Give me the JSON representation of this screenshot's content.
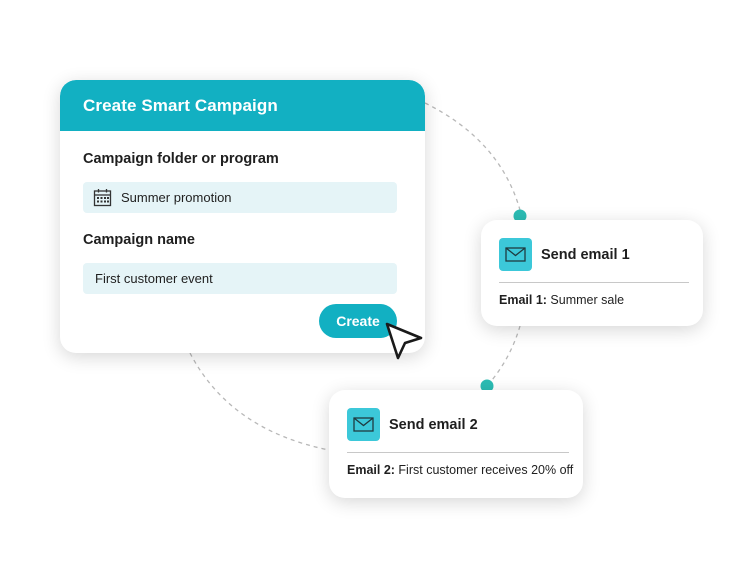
{
  "campaign_form": {
    "title": "Create Smart Campaign",
    "folder_label": "Campaign folder or program",
    "folder_value": "Summer promotion",
    "folder_icon": "calendar-icon",
    "name_label": "Campaign name",
    "name_value": "First customer event",
    "create_label": "Create"
  },
  "email_steps": [
    {
      "title": "Send email 1",
      "detail_label": "Email 1:",
      "detail_value": "Summer sale",
      "icon": "envelope-icon"
    },
    {
      "title": "Send email 2",
      "detail_label": "Email 2:",
      "detail_value": "First customer receives 20% off",
      "icon": "envelope-icon"
    }
  ],
  "colors": {
    "accent": "#12b0c2",
    "icon_tile": "#3cc8d9",
    "field_bg": "#e5f4f7",
    "connector_dot": "#2bbcb4"
  }
}
